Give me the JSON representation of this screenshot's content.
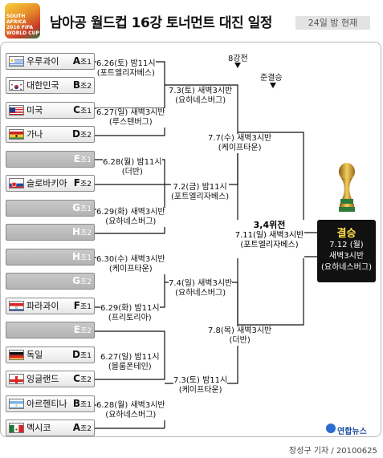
{
  "header": {
    "logo_text": "SOUTH AFRICA 2010 FIFA WORLD CUP",
    "title": "남아공 월드컵 16강 토너먼트 대진 일정",
    "date_badge": "24일 밤 현재"
  },
  "teams": [
    {
      "name": "우루과이",
      "group_letter": "A",
      "group_rank": "조1",
      "flag": "uruguay-flag-icon",
      "known": true
    },
    {
      "name": "대한민국",
      "group_letter": "B",
      "group_rank": "조2",
      "flag": "korea-flag-icon",
      "known": true
    },
    {
      "name": "미국",
      "group_letter": "C",
      "group_rank": "조1",
      "flag": "usa-flag-icon",
      "known": true
    },
    {
      "name": "가나",
      "group_letter": "D",
      "group_rank": "조2",
      "flag": "ghana-flag-icon",
      "known": true
    },
    {
      "name": "",
      "group_letter": "E",
      "group_rank": "조1",
      "flag": "",
      "known": false
    },
    {
      "name": "슬로바키아",
      "group_letter": "F",
      "group_rank": "조2",
      "flag": "slovakia-flag-icon",
      "known": true
    },
    {
      "name": "",
      "group_letter": "G",
      "group_rank": "조1",
      "flag": "",
      "known": false
    },
    {
      "name": "",
      "group_letter": "H",
      "group_rank": "조2",
      "flag": "",
      "known": false
    },
    {
      "name": "",
      "group_letter": "H",
      "group_rank": "조1",
      "flag": "",
      "known": false
    },
    {
      "name": "",
      "group_letter": "G",
      "group_rank": "조2",
      "flag": "",
      "known": false
    },
    {
      "name": "파라과이",
      "group_letter": "F",
      "group_rank": "조1",
      "flag": "paraguay-flag-icon",
      "known": true
    },
    {
      "name": "",
      "group_letter": "E",
      "group_rank": "조2",
      "flag": "",
      "known": false
    },
    {
      "name": "독일",
      "group_letter": "D",
      "group_rank": "조1",
      "flag": "germany-flag-icon",
      "known": true
    },
    {
      "name": "잉글랜드",
      "group_letter": "C",
      "group_rank": "조2",
      "flag": "england-flag-icon",
      "known": true
    },
    {
      "name": "아르헨티나",
      "group_letter": "B",
      "group_rank": "조1",
      "flag": "argentina-flag-icon",
      "known": true
    },
    {
      "name": "멕시코",
      "group_letter": "A",
      "group_rank": "조2",
      "flag": "mexico-flag-icon",
      "known": true
    }
  ],
  "round16": [
    {
      "line1": "6.26(토) 밤11시",
      "line2": "(포트엘리자베스)"
    },
    {
      "line1": "6.27(일) 새벽3시반",
      "line2": "(루스텐버그)"
    },
    {
      "line1": "6.28(월) 밤11시",
      "line2": "(더반)"
    },
    {
      "line1": "6.29(화) 새벽3시반",
      "line2": "(요하네스버그)"
    },
    {
      "line1": "6.30(수) 새벽3시반",
      "line2": "(케이프타운)"
    },
    {
      "line1": "6.29(화) 밤11시",
      "line2": "(프리토리아)"
    },
    {
      "line1": "6.27(일) 밤11시",
      "line2": "(블룸폰테인)"
    },
    {
      "line1": "6.28(월) 새벽3시반",
      "line2": "(요하네스버그)"
    }
  ],
  "quarter": [
    {
      "line1": "7.3(토) 새벽3시반",
      "line2": "(요하네스버그)"
    },
    {
      "line1": "7.2(금) 밤11시",
      "line2": "(포트엘리자베스)"
    },
    {
      "line1": "7.4(일) 새벽3시반",
      "line2": "(요하네스버그)"
    },
    {
      "line1": "7.3(토) 밤11시",
      "line2": "(케이프타운)"
    }
  ],
  "semi": [
    {
      "line1": "7.7(수) 새벽3시반",
      "line2": "(케이프타운)"
    },
    {
      "line1": "7.8(목) 새벽3시반",
      "line2": "(더반)"
    }
  ],
  "labels": {
    "quarterfinal": "8강전",
    "semifinal": "준결승"
  },
  "third_place": {
    "title": "3,4위전",
    "line1": "7.11(일) 새벽3시반",
    "line2": "(포트엘리자베스)"
  },
  "final": {
    "title": "결승",
    "line1": "7.12 (월)",
    "line2": "새벽3시반",
    "line3": "(요하네스버그)"
  },
  "footer": {
    "agency": "연합뉴스",
    "credit": "장성구 기자 / 20100625"
  },
  "colors": {
    "line": "#111111",
    "final_bg": "#111111",
    "final_title": "#ffe14a",
    "team_gray": "#bdbdbd"
  }
}
